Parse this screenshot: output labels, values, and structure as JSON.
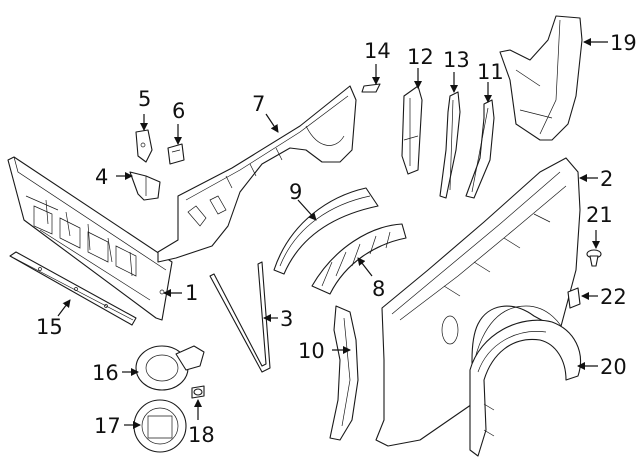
{
  "diagram": {
    "background_color": "#ffffff",
    "line_color": "#1a1a1a",
    "callouts": [
      {
        "id": "1",
        "text": "1"
      },
      {
        "id": "2",
        "text": "2"
      },
      {
        "id": "3",
        "text": "3"
      },
      {
        "id": "4",
        "text": "4"
      },
      {
        "id": "5",
        "text": "5"
      },
      {
        "id": "6",
        "text": "6"
      },
      {
        "id": "7",
        "text": "7"
      },
      {
        "id": "8",
        "text": "8"
      },
      {
        "id": "9",
        "text": "9"
      },
      {
        "id": "10",
        "text": "10"
      },
      {
        "id": "11",
        "text": "11"
      },
      {
        "id": "12",
        "text": "12"
      },
      {
        "id": "13",
        "text": "13"
      },
      {
        "id": "14",
        "text": "14"
      },
      {
        "id": "15",
        "text": "15"
      },
      {
        "id": "16",
        "text": "16"
      },
      {
        "id": "17",
        "text": "17"
      },
      {
        "id": "18",
        "text": "18"
      },
      {
        "id": "19",
        "text": "19"
      },
      {
        "id": "20",
        "text": "20"
      },
      {
        "id": "21",
        "text": "21"
      },
      {
        "id": "22",
        "text": "22"
      }
    ]
  }
}
